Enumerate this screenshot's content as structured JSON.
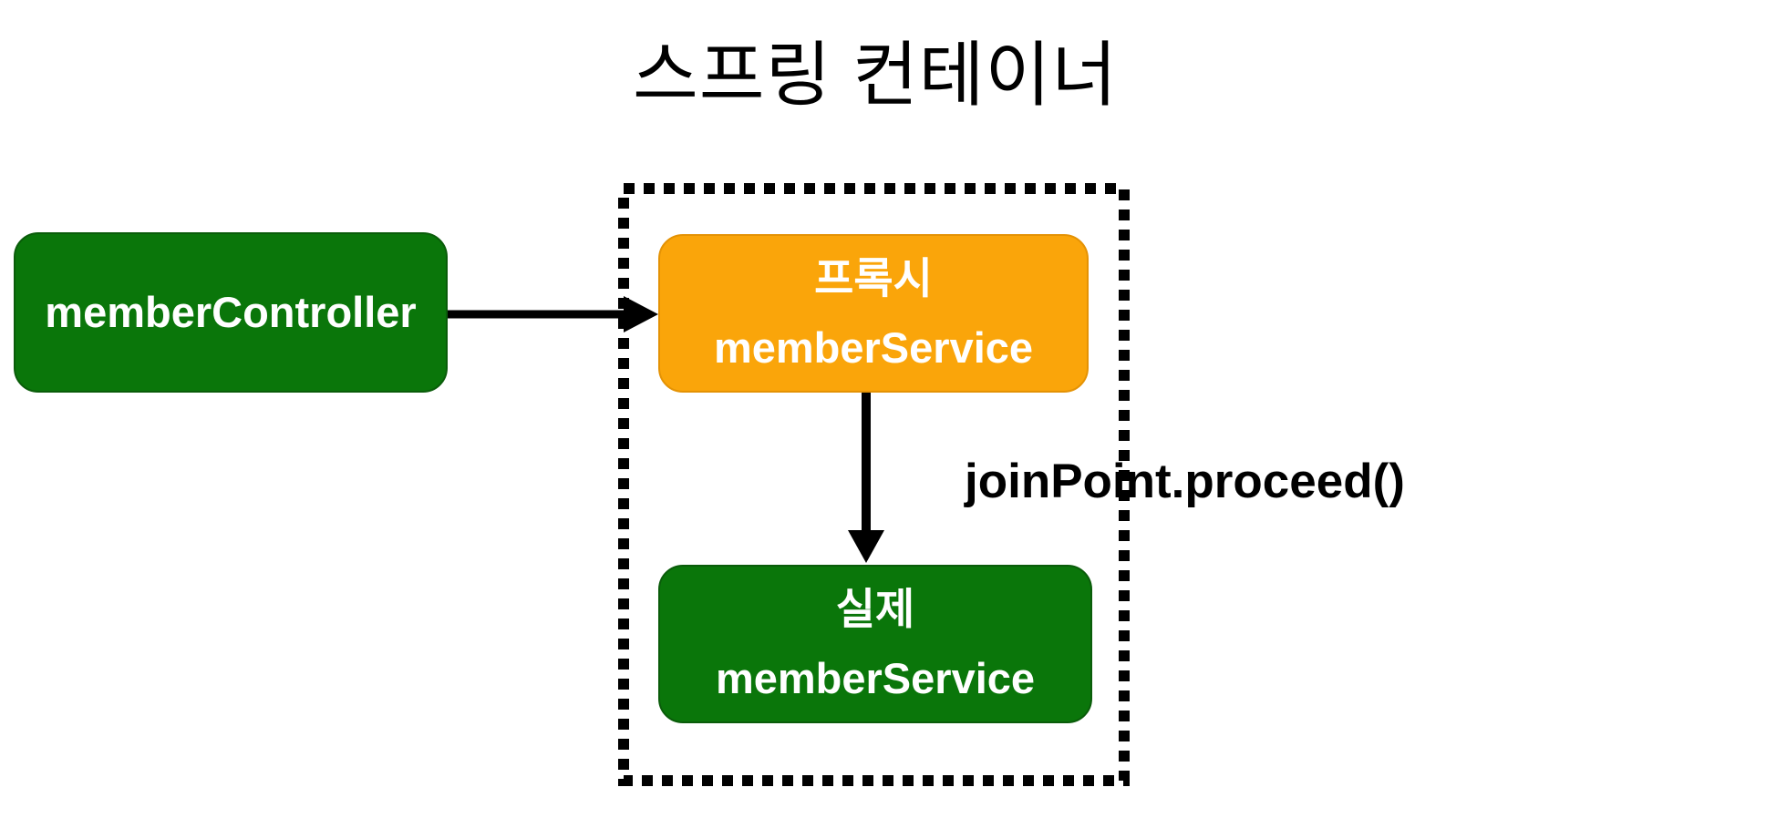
{
  "title": "스프링 컨테이너",
  "colors": {
    "node_green": "#0A760A",
    "node_orange": "#FAA50A",
    "arrow_black": "#000000",
    "text_white": "#FFFFFF",
    "background": "#FFFFFF"
  },
  "nodes": {
    "member_controller": {
      "label": "memberController"
    },
    "proxy_member_service": {
      "line1": "프록시",
      "line2": "memberService"
    },
    "real_member_service": {
      "line1": "실제",
      "line2": "memberService"
    }
  },
  "labels": {
    "proceed_call": "joinPoint.proceed()"
  }
}
